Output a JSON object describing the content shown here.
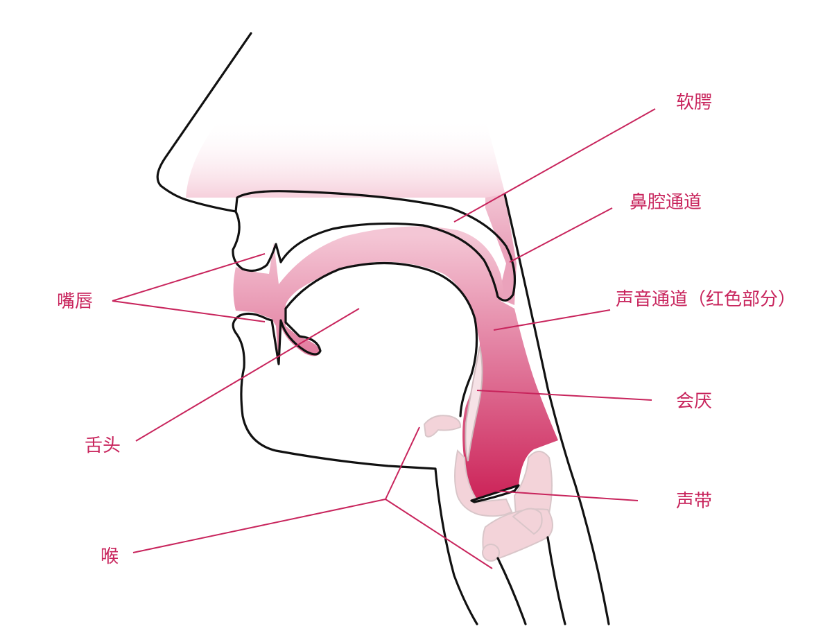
{
  "labels": {
    "soft_palate": "软腭",
    "nasal_passage": "鼻腔通道",
    "vocal_tract": "声音通道（红色部分）",
    "epiglottis": "会厌",
    "vocal_cords": "声带",
    "lips": "嘴唇",
    "tongue": "舌头",
    "larynx": "喉"
  },
  "colors": {
    "label": "#c8245c",
    "leader_line": "#c8245c",
    "outline": "#111111",
    "tract_dark": "#cc2358",
    "tract_light": "#f3c3d3",
    "nasal_fade": "#f2b9cb",
    "cartilage": "#f3d3d9"
  }
}
